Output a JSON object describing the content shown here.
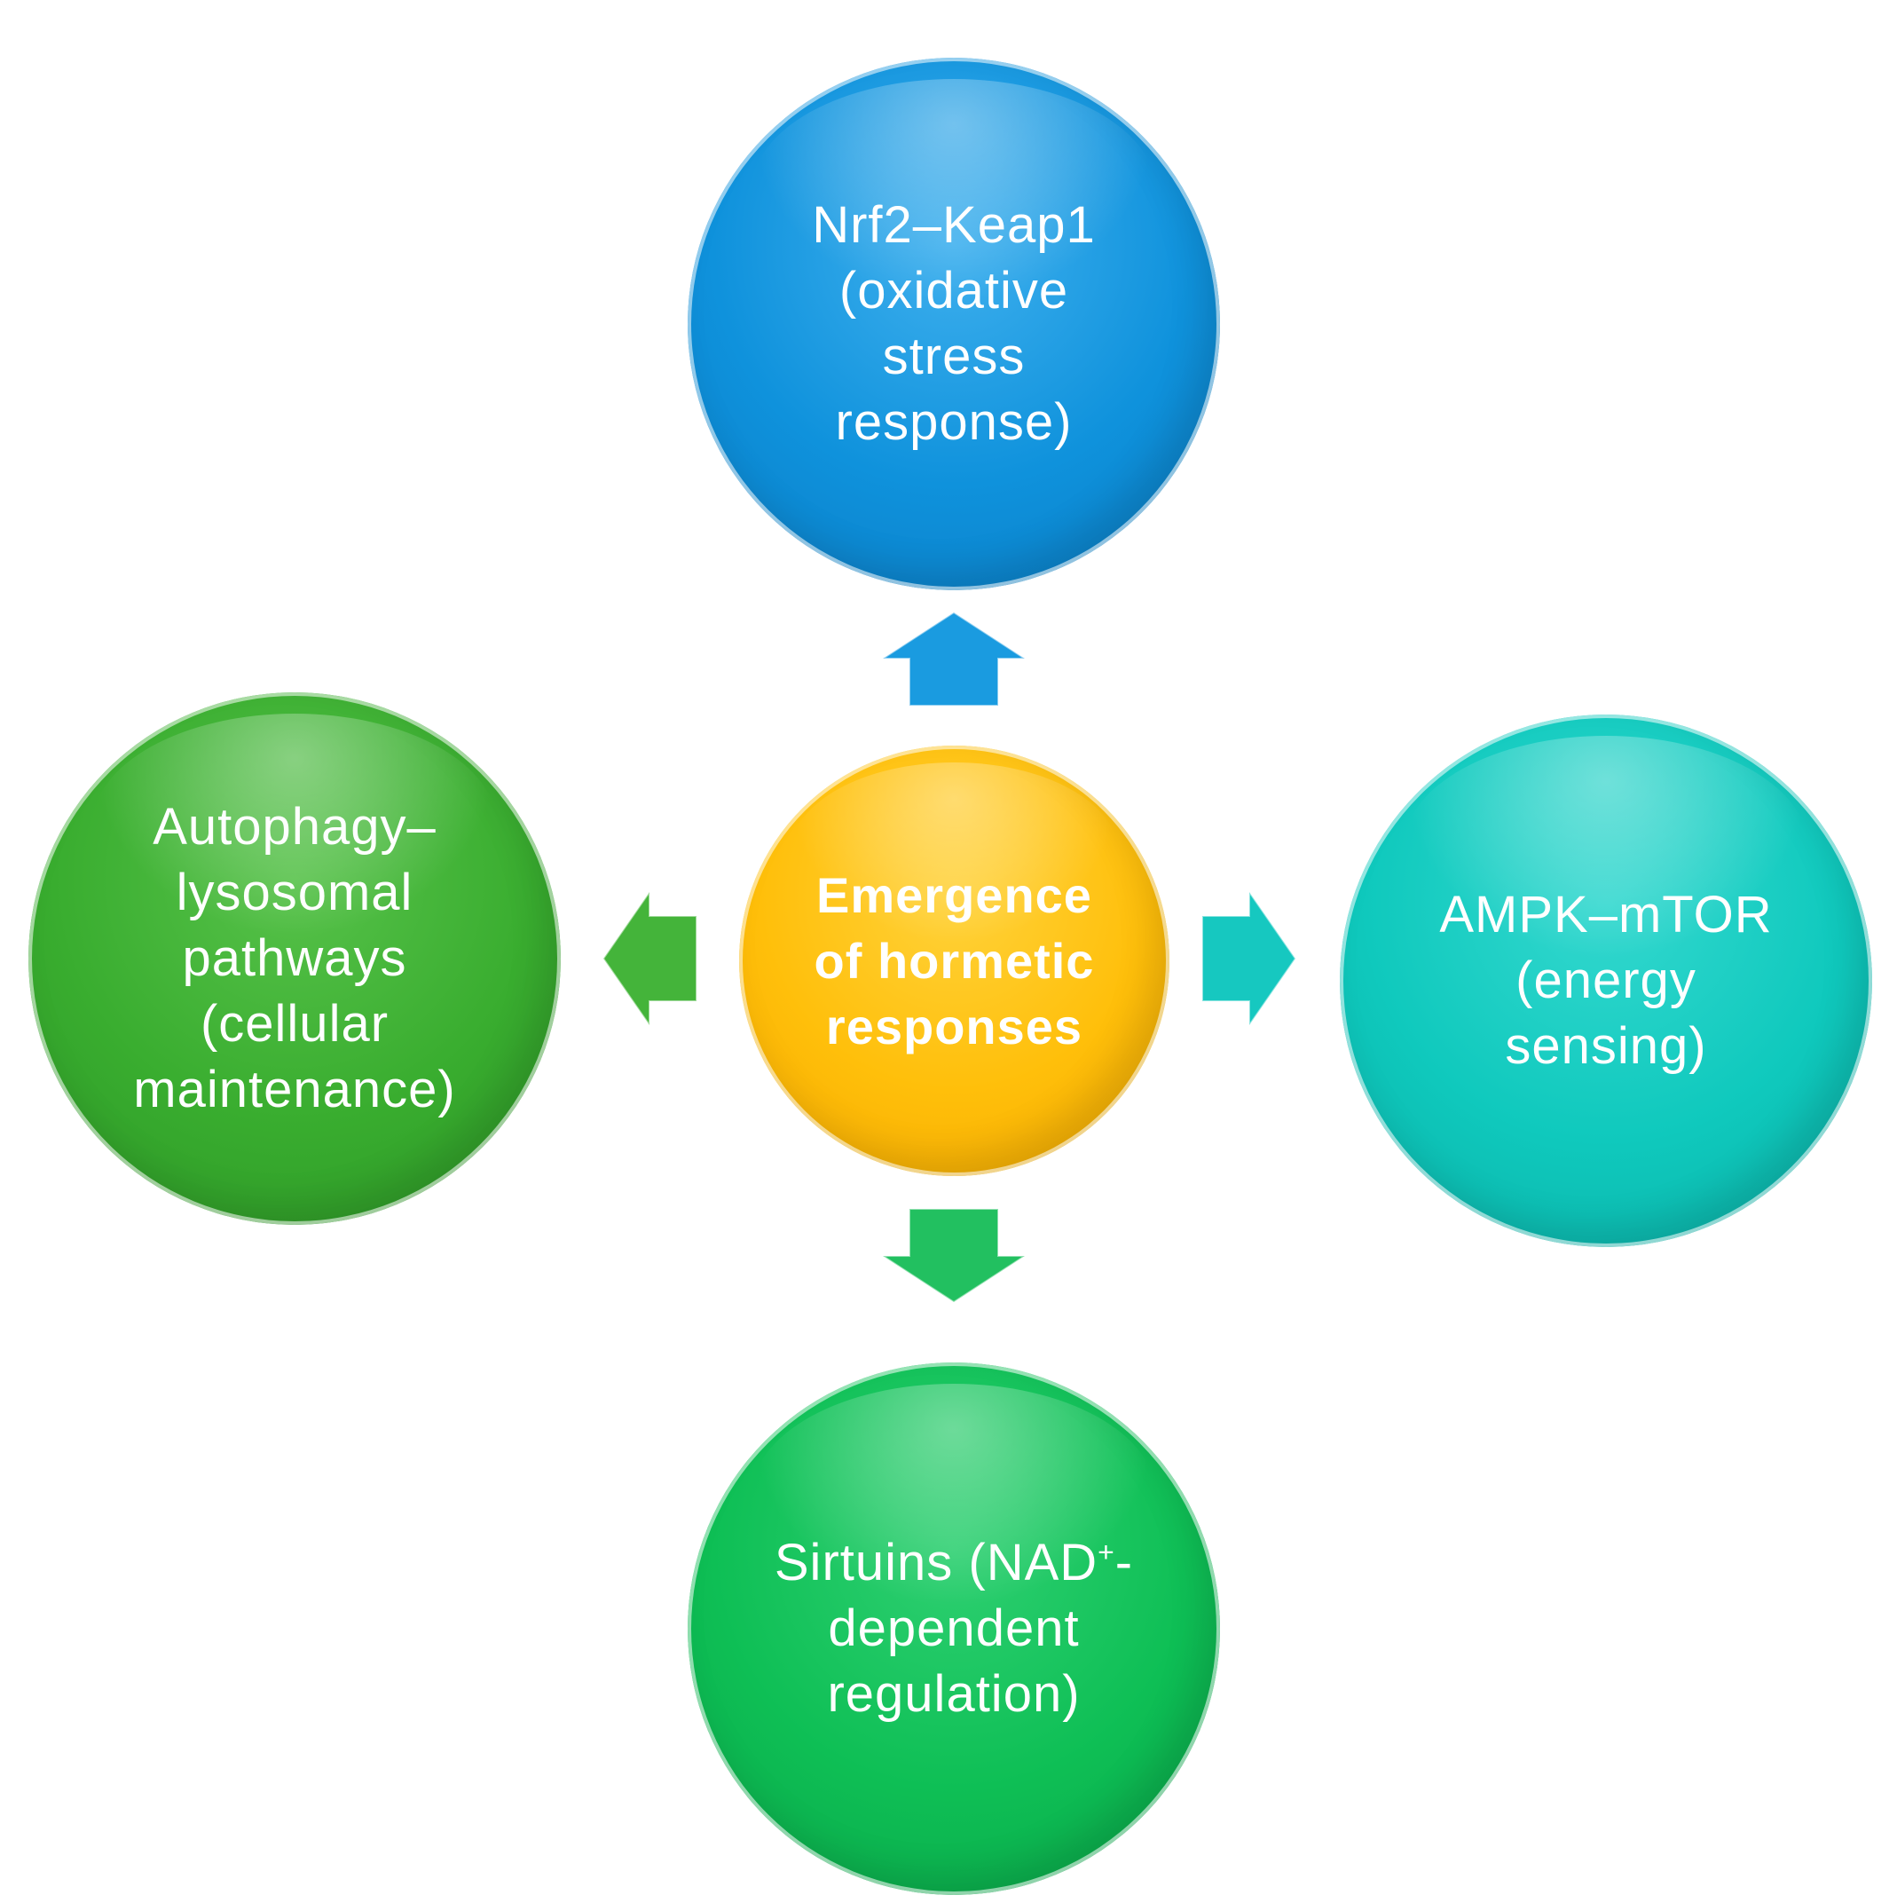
{
  "center": {
    "label": "Emergence\nof hormetic\nresponses",
    "color": "#ffbf0a"
  },
  "nodes": [
    {
      "id": "top",
      "label": "Nrf2–Keap1\n(oxidative\nstress\nresponse)",
      "color": "#0f92dc"
    },
    {
      "id": "right",
      "label": "AMPK–mTOR\n(energy\nsensing)",
      "color": "#0fc9bd"
    },
    {
      "id": "bottom",
      "label_before_sup": "Sirtuins (NAD",
      "label_sup": "+",
      "label_after_sup": "-\ndependent\nregulation)",
      "color": "#0ebf55"
    },
    {
      "id": "left",
      "label": "Autophagy–\nlysosomal\npathways\n(cellular\nmaintenance)",
      "color": "#39ad2f"
    }
  ],
  "arrows": [
    {
      "direction": "up",
      "color": "#1a9be0"
    },
    {
      "direction": "right",
      "color": "#16c8c0"
    },
    {
      "direction": "down",
      "color": "#22c060"
    },
    {
      "direction": "left",
      "color": "#44b43a"
    }
  ]
}
